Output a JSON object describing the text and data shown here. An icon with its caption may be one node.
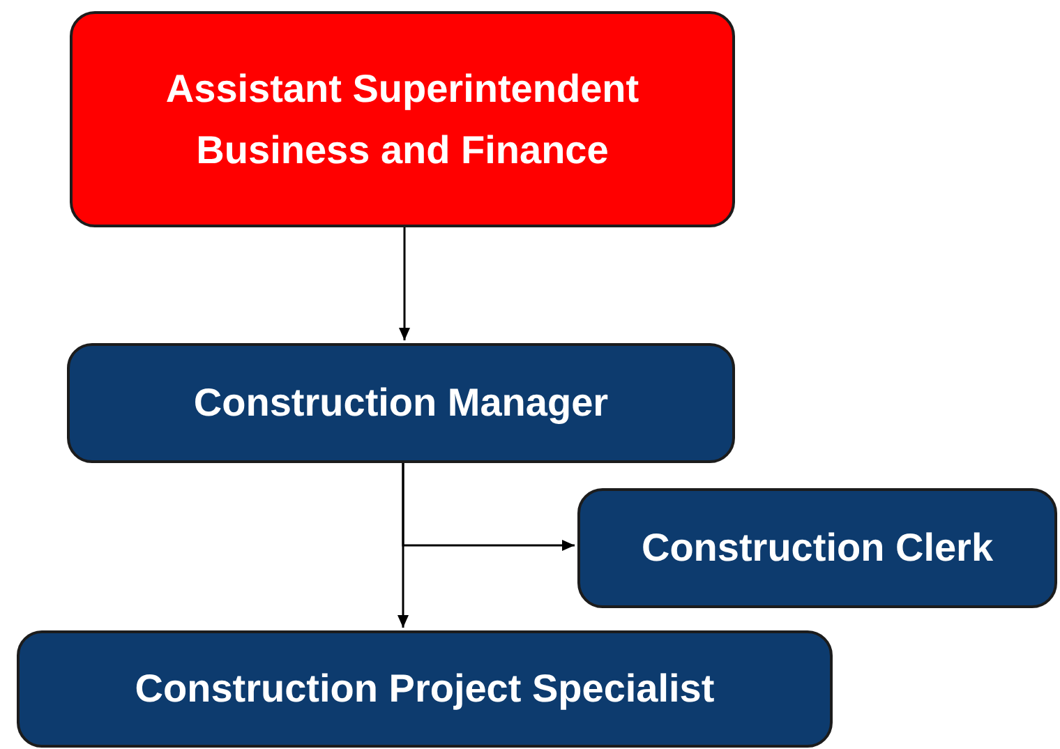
{
  "diagram": {
    "nodes": [
      {
        "text": [
          "Assistant Superintendent Business and Finance"
        ]
      },
      {
        "text": [
          "Construction Manager"
        ]
      },
      {
        "text": [
          "Construction Clerk"
        ]
      },
      {
        "text": [
          "Construction Project Specialist"
        ]
      }
    ],
    "edges": [
      {
        "from": 0,
        "to": 1,
        "arrow": "to"
      },
      {
        "from": 1,
        "to": 2,
        "arrow": "to"
      },
      {
        "from": 1,
        "to": 3,
        "arrow": "to"
      }
    ]
  }
}
